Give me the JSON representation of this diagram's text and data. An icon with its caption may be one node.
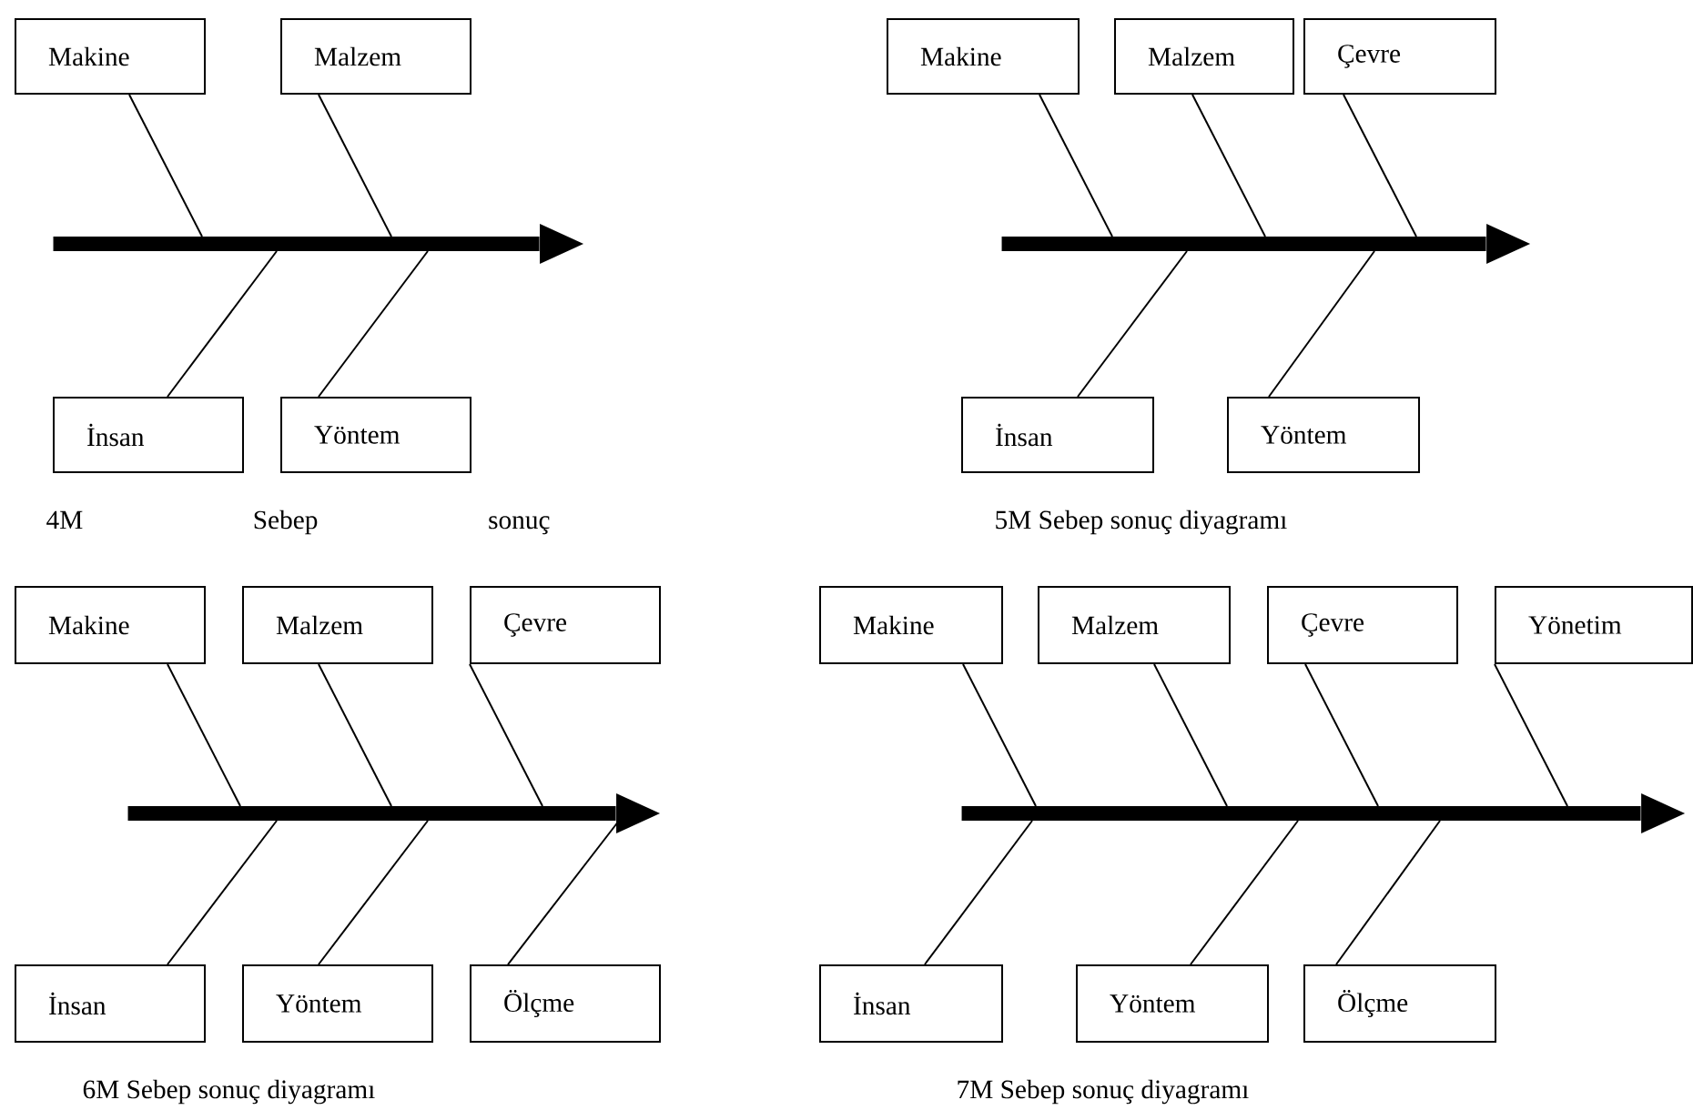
{
  "diagram": {
    "nodes": [
      {
        "text": [
          "Makine"
        ]
      },
      {
        "text": [
          "Malzem"
        ]
      },
      {
        "text": [
          "İnsan"
        ]
      },
      {
        "text": [
          "Yöntem"
        ]
      },
      {
        "text": [],
        "shape": "arrow"
      },
      {
        "text": [
          "Makine"
        ]
      },
      {
        "text": [
          "Malzem"
        ]
      },
      {
        "text": [
          "Çevre"
        ]
      },
      {
        "text": [
          "İnsan"
        ]
      },
      {
        "text": [
          "Yöntem"
        ]
      },
      {
        "text": [],
        "shape": "arrow"
      },
      {
        "text": [
          "Makine"
        ]
      },
      {
        "text": [
          "Malzem"
        ]
      },
      {
        "text": [
          "Çevre"
        ]
      },
      {
        "text": [
          "İnsan"
        ]
      },
      {
        "text": [
          "Yöntem"
        ]
      },
      {
        "text": [
          "Ölçme"
        ]
      },
      {
        "text": [],
        "shape": "arrow"
      },
      {
        "text": [
          "Makine"
        ]
      },
      {
        "text": [
          "Malzem"
        ]
      },
      {
        "text": [
          "Çevre"
        ]
      },
      {
        "text": [
          "Yönetim"
        ]
      },
      {
        "text": [
          "İnsan"
        ]
      },
      {
        "text": [
          "Yöntem"
        ]
      },
      {
        "text": [
          "Ölçme"
        ]
      },
      {
        "text": [],
        "shape": "arrow"
      }
    ],
    "edges": [
      {
        "from": 0,
        "to": 4,
        "arrow": "none"
      },
      {
        "from": 1,
        "to": 4,
        "arrow": "none"
      },
      {
        "from": 2,
        "to": 4,
        "arrow": "none"
      },
      {
        "from": 3,
        "to": 4,
        "arrow": "none"
      },
      {
        "from": 5,
        "to": 10,
        "arrow": "none"
      },
      {
        "from": 6,
        "to": 10,
        "arrow": "none"
      },
      {
        "from": 7,
        "to": 10,
        "arrow": "none"
      },
      {
        "from": 8,
        "to": 10,
        "arrow": "none"
      },
      {
        "from": 9,
        "to": 10,
        "arrow": "none"
      },
      {
        "from": 11,
        "to": 17,
        "arrow": "none"
      },
      {
        "from": 12,
        "to": 17,
        "arrow": "none"
      },
      {
        "from": 13,
        "to": 17,
        "arrow": "none"
      },
      {
        "from": 14,
        "to": 17,
        "arrow": "none"
      },
      {
        "from": 15,
        "to": 17,
        "arrow": "none"
      },
      {
        "from": 16,
        "to": 17,
        "arrow": "none"
      },
      {
        "from": 18,
        "to": 25,
        "arrow": "none"
      },
      {
        "from": 19,
        "to": 25,
        "arrow": "none"
      },
      {
        "from": 20,
        "to": 25,
        "arrow": "none"
      },
      {
        "from": 21,
        "to": 25,
        "arrow": "none"
      },
      {
        "from": 22,
        "to": 25,
        "arrow": "none"
      },
      {
        "from": 23,
        "to": 25,
        "arrow": "none"
      },
      {
        "from": 24,
        "to": 25,
        "arrow": "none"
      }
    ],
    "labels": [
      "4M Sebep sonuç",
      "5M Sebep sonuç diyagramı",
      "6M Sebep sonuç diyagramı",
      "7M Sebep sonuç diyagramı"
    ]
  }
}
